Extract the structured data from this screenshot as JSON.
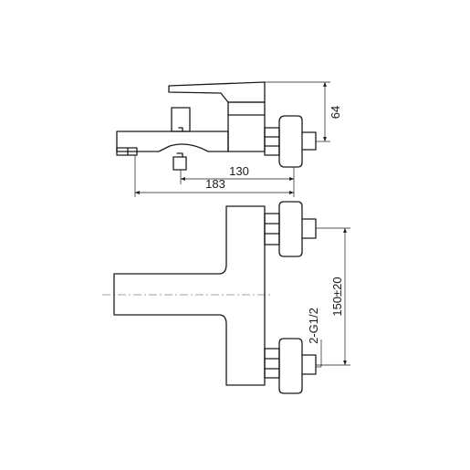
{
  "dimensions": {
    "side_height": "64",
    "inner_length": "130",
    "overall_length": "183",
    "inlet_spacing": "150±20",
    "inlet_thread": "2-G1/2"
  },
  "colors": {
    "line": "#1a1a1a",
    "background": "#ffffff"
  }
}
